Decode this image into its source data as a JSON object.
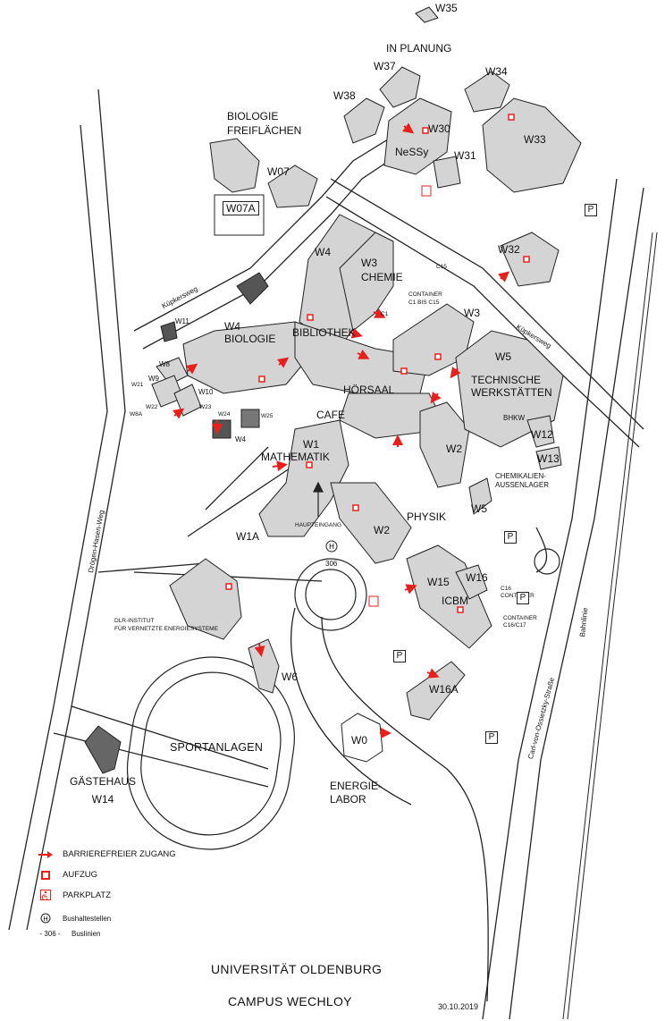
{
  "labels": {
    "w35": "W35",
    "in_planung": "IN  PLANUNG",
    "w37": "W37",
    "w34": "W34",
    "w38": "W38",
    "w30": "W30",
    "nessy": "NeSSy",
    "w31": "W31",
    "w33": "W33",
    "biologie_freiflaechen": [
      "BIOLOGIE",
      "FREIFLÄCHEN"
    ],
    "w07": "W07",
    "w07a": "W07A",
    "w32": "W32",
    "w4_top": "W4",
    "w3_chemie": [
      "W3",
      "CHEMIE"
    ],
    "c15": "C15",
    "container_c1_c15": [
      "CONTAINER",
      "C1  BIS  C15"
    ],
    "c1": "C1",
    "kuepkersweg_left": "Küpkersweg",
    "kuepkersweg_right": "Küpkersweg",
    "w3_right": "W3",
    "w11": "W11",
    "w4_biologie": [
      "W4",
      "BIOLOGIE"
    ],
    "bibliothek": "BIBLIOTHEK",
    "w5": "W5",
    "technische_werkstaetten": [
      "TECHNISCHE",
      "WERKSTÄTTEN"
    ],
    "w8": "W8",
    "w9": "W9",
    "w10": "W10",
    "w21": "W21",
    "w22": "W22",
    "w8a": "W8A",
    "w23": "W23",
    "w24": "W24",
    "w25": "W25",
    "w4_small": "W4",
    "hoersaal": "HÖRSAAL",
    "cafe": "CAFE",
    "bhkw": "BHKW",
    "w12": "W12",
    "w13": "W13",
    "w1": "W1",
    "mathematik": "MATHEMATIK",
    "w2_right": "W2",
    "chemikalien": [
      "CHEMIKALIEN-",
      "AUSSENLAGER"
    ],
    "w5_small": "W5",
    "w1a": "W1A",
    "haupteingang": "HAUPTEINGANG",
    "w2_bottom": "W2",
    "physik": "PHYSIK",
    "bus_306": "306",
    "w15": "W15",
    "w16": "W16",
    "icbm": "ICBM",
    "container_c16_c17": [
      "CONTAINER",
      "C16/C17"
    ],
    "c16_small": "C16",
    "container_small": "CONTAINER",
    "droegen_hasen_weg": "Drögen-Hasen-Weg",
    "dlr": [
      "DLR-INSTITUT",
      "FÜR VERNETZTE ENERGIESYSTEME"
    ],
    "carl_von_ossietzky": "Carl-von-Ossietzky-Straße",
    "bahnlinie": "Bahnlinie",
    "w6": "W6",
    "w16a": "W16A",
    "sportanlagen": "SPORTANLAGEN",
    "w0": "W0",
    "energie_labor": [
      "ENERGIE-",
      "LABOR"
    ],
    "gaestehaus": [
      "GÄSTEHAUS",
      "W14"
    ],
    "parking_p": "P"
  },
  "legend": [
    {
      "icon": "red-arrow-icon",
      "label": "BARRIEREFREIER ZUGANG"
    },
    {
      "icon": "elevator-icon",
      "label": "AUFZUG"
    },
    {
      "icon": "wheelchair-parking-icon",
      "label": "PARKPLATZ"
    },
    {
      "icon": "bus-stop-icon",
      "label": "Bushaltestellen"
    },
    {
      "icon": "bus-line-icon",
      "label": "Buslinien",
      "sym_text": "- 306 -"
    }
  ],
  "title": [
    "UNIVERSITÄT OLDENBURG",
    "CAMPUS WECHLOY"
  ],
  "date": "30.10.2019",
  "colors": {
    "building_roof": "#d4d4d4",
    "building_side": "#ffffff",
    "outline": "#222222",
    "accent": "#e8201c",
    "road": "#222222"
  }
}
